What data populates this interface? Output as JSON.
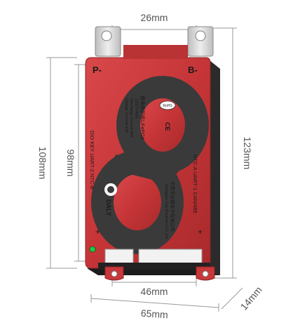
{
  "dimensions": {
    "top_tab_spacing": "26mm",
    "body_height": "108mm",
    "board_height": "98mm",
    "total_height": "123mm",
    "bottom_tab_spacing": "46mm",
    "width": "65mm",
    "depth": "14mm"
  },
  "board": {
    "terminal_p": "P-",
    "terminal_b": "B-",
    "left_port_labels": "DIO  KEY  UART-2 NTC-B",
    "right_port_labels": "NTC-A  UART-1 CAN/485",
    "plus_left": "+",
    "plus_right": "+",
    "brand": "DALY",
    "company_cn": "东莞市达锂电子有限公司",
    "company_en": "Dongguan Daly Electronics Co.,Ltd",
    "product_cn": "锂电保护板LiFePO4",
    "spec_1": "2S57V40A",
    "spec_2": "Discharge Current:40A",
    "spec_3": "Charge Current:40A",
    "rohs": "RoHS",
    "ce": "CE"
  },
  "colors": {
    "case_red": "#c8383a",
    "case_dark": "#2a2a2a",
    "tab_silver": "#d9d9d9",
    "led_green": "#22cc44"
  }
}
